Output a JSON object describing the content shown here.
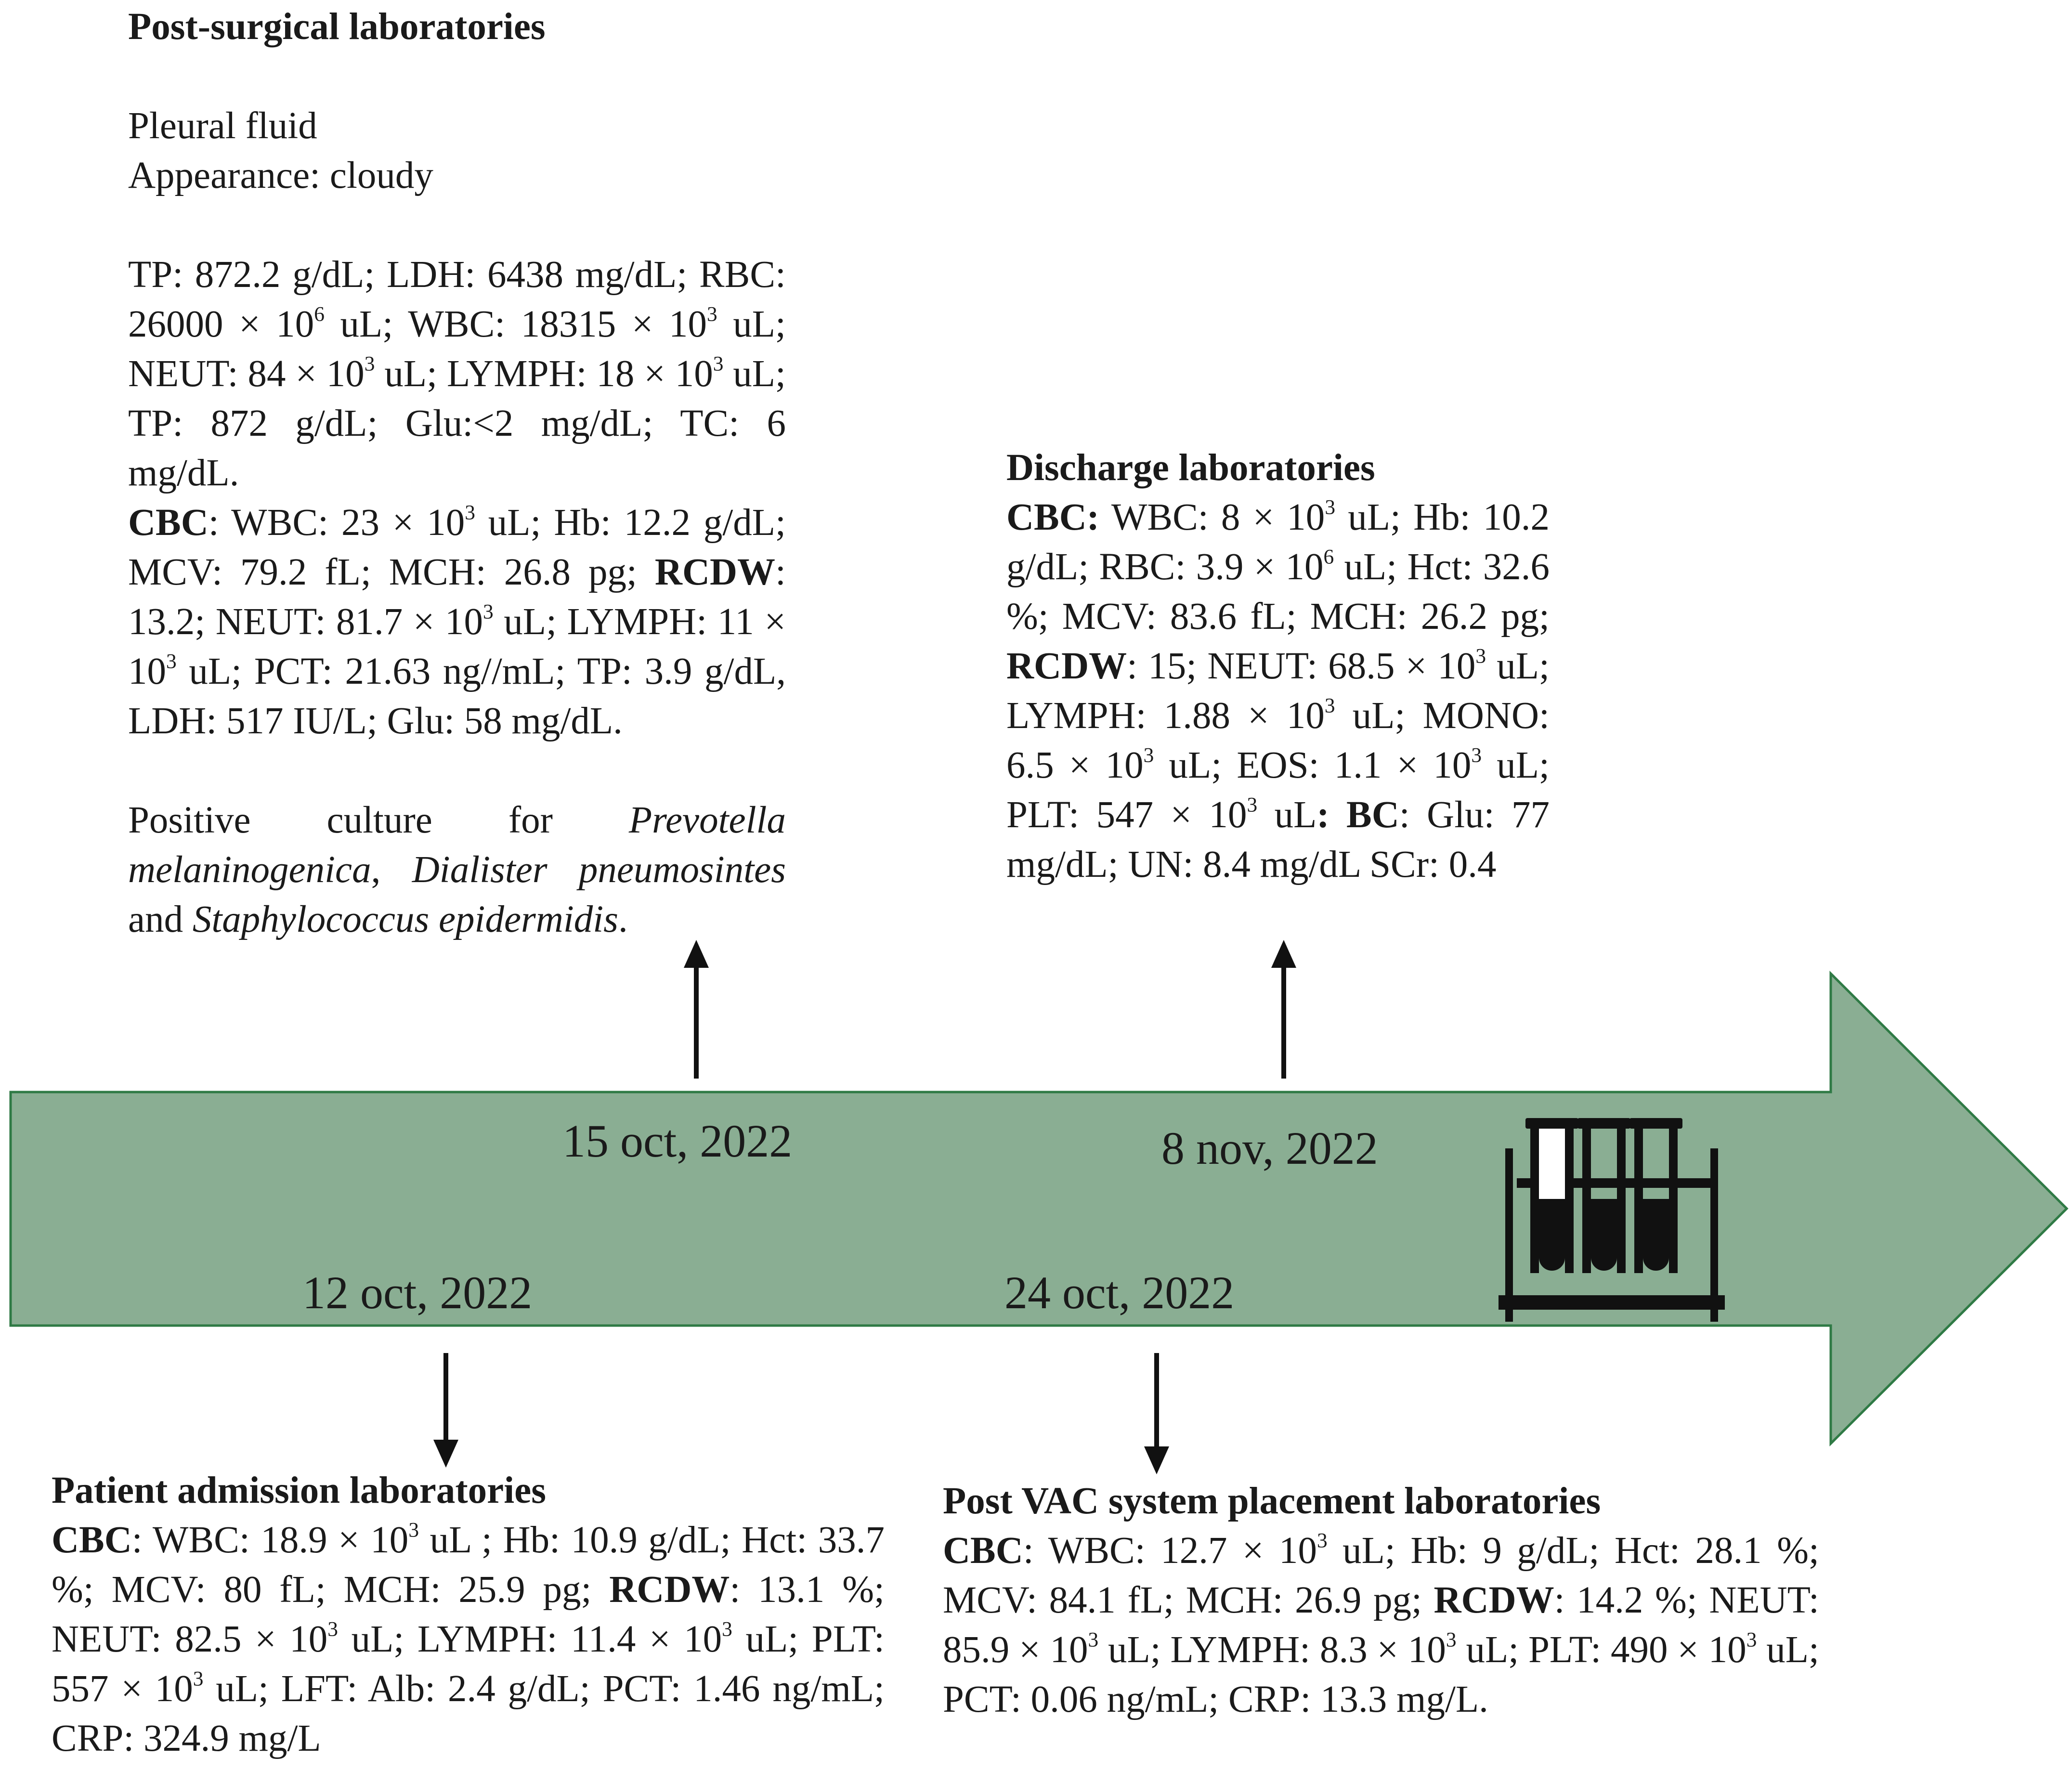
{
  "timeline": {
    "arrow_color": "#8aae93",
    "arrow_edge_color": "#2f7a45",
    "icon": "test-tubes-rack-icon",
    "dates": {
      "oct15": "15 oct, 2022",
      "nov8": "8 nov, 2022",
      "oct12": "12 oct, 2022",
      "oct24": "24 oct, 2022"
    }
  },
  "post_surgical": {
    "title": "Post-surgical laboratories",
    "fluid": "Pleural fluid",
    "appearance": "Appearance: cloudy",
    "tp1": "TP: 872.2 g/dL; LDH: 6438 mg/dL; RBC: 26000 × 10",
    "rbc_exp": "6",
    "wbc": " uL; WBC: 18315 × 10",
    "wbc_exp": "3",
    "neut": " uL; NEUT: 84 × 10",
    "neut_exp": "3",
    "lymph": " uL; LYMPH: 18 × 10",
    "lymph_exp": "3",
    "rest": " uL; TP: 872 g/dL; Glu:<2 mg/dL; TC: 6 mg/dL.",
    "cbc_label": "CBC",
    "cbc1": ": WBC: 23 × 10",
    "cbc1_exp": "3",
    "cbc2": " uL; Hb: 12.2 g/dL; MCV: 79.2 fL; MCH: 26.8 pg; ",
    "rcdw_label": "RCDW",
    "cbc3": ": 13.2; NEUT: 81.7 × 10",
    "cbc3_exp": "3",
    "cbc4": " uL; LYMPH: 11 × 10",
    "cbc4_exp": "3",
    "cbc5": " uL; PCT: 21.63 ng//mL; TP: 3.9 g/dL, LDH: 517 IU/L; Glu: 58 mg/dL.",
    "culture_pre": "Positive culture for ",
    "org1": "Prevotella melaninogenica",
    "sep1": ", ",
    "org2": "Dialister pneumosintes",
    "sep2": " and ",
    "org3": "Staphylococcus epidermidis",
    "end": "."
  },
  "discharge": {
    "title": "Discharge laboratories",
    "cbc_label": "CBC:",
    "t1": " WBC: 8 × 10",
    "t1_exp": "3",
    "t2": " uL; Hb: 10.2 g/dL; RBC: 3.9 × 10",
    "t2_exp": "6",
    "t3": " uL; Hct: 32.6 %; MCV: 83.6 fL; MCH: 26.2 pg; ",
    "rcdw_label": "RCDW",
    "t4": ": 15; NEUT: 68.5 × 10",
    "t4_exp": "3",
    "t5": " uL; LYMPH: 1.88 × 10",
    "t5_exp": "3",
    "t6": " uL; MONO: 6.5 × 10",
    "t6_exp": "3",
    "t7": " uL; EOS: 1.1 × 10",
    "t7_exp": "3",
    "t8": " uL; PLT: 547 × 10",
    "t8_exp": "3",
    "t9": " uL",
    "bc_label": ": BC",
    "t10": ": Glu: 77 mg/dL; UN: 8.4 mg/dL SCr: 0.4"
  },
  "admission": {
    "title": "Patient admission laboratories",
    "cbc_label": "CBC",
    "t1": ": WBC: 18.9 × 10",
    "t1_exp": "3",
    "t2": " uL ; Hb: 10.9 g/dL; Hct: 33.7 %; MCV: 80 fL; MCH: 25.9 pg; ",
    "rcdw_label": "RCDW",
    "t3": ": 13.1 %; NEUT: 82.5 × 10",
    "t3_exp": "3",
    "t4": " uL; LYMPH: 11.4 × 10",
    "t4_exp": "3",
    "t5": " uL; PLT: 557 × 10",
    "t5_exp": "3",
    "t6": " uL; LFT: Alb: 2.4 g/dL; PCT: 1.46 ng/mL; CRP: 324.9 mg/L"
  },
  "post_vac": {
    "title": "Post VAC system placement laboratories",
    "cbc_label": "CBC",
    "t1": ": WBC: 12.7 × 10",
    "t1_exp": "3",
    "t2": " uL; Hb: 9 g/dL; Hct: 28.1 %; MCV: 84.1 fL; MCH: 26.9 pg; ",
    "rcdw_label": "RCDW",
    "t3": ": 14.2 %; NEUT: 85.9 × 10",
    "t3_exp": "3",
    "t4": " uL; LYMPH: 8.3 × 10",
    "t4_exp": "3",
    "t5": " uL; PLT: 490 × 10",
    "t5_exp": "3",
    "t6": " uL; PCT: 0.06 ng/mL; CRP: 13.3 mg/L."
  }
}
